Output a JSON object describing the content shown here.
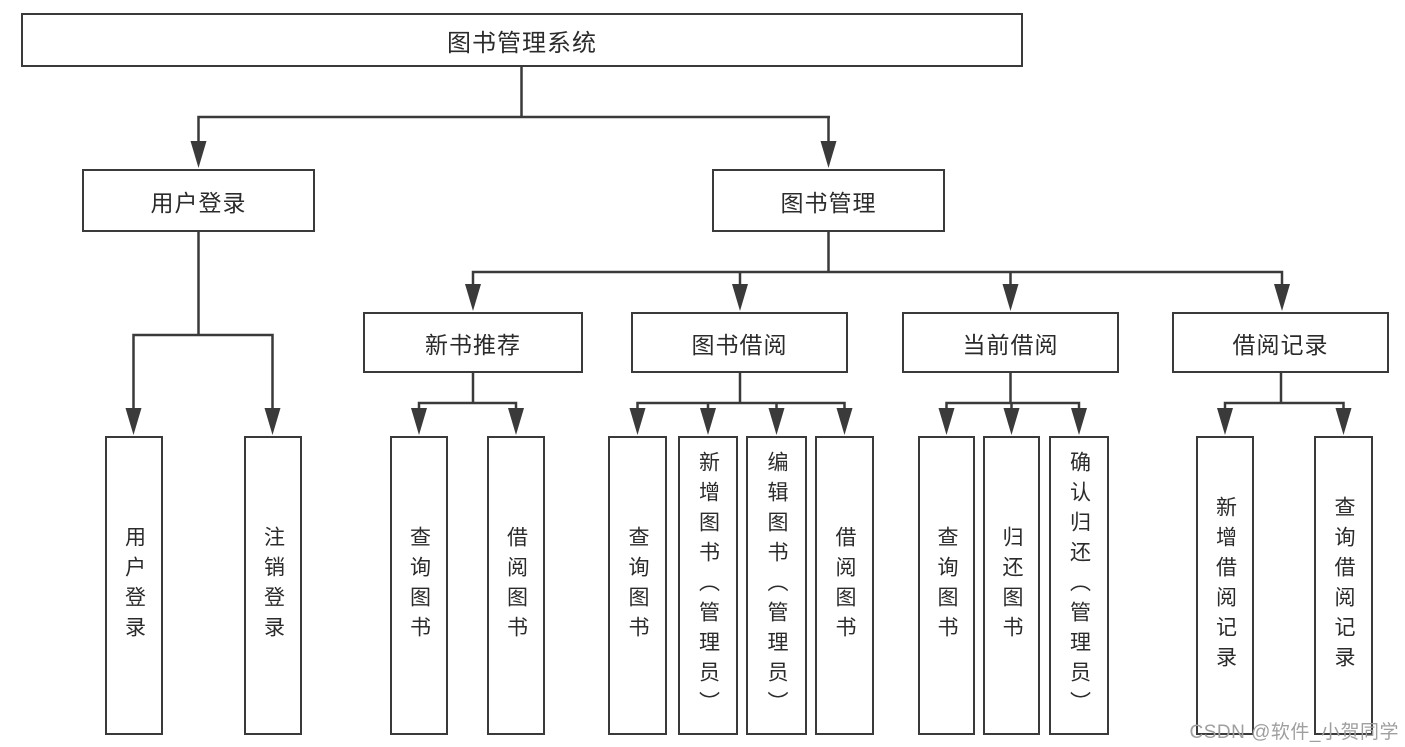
{
  "diagram_title": "图书管理系统",
  "colors": {
    "line": "#3a3a3a",
    "box_border": "#3a3a3a",
    "text": "#2b2b2b",
    "watermark": "#9f9f9f",
    "background": "#ffffff"
  },
  "tree": {
    "root": {
      "label": "图书管理系统"
    },
    "branches": [
      {
        "label": "用户登录",
        "children": [
          {
            "label": "用户登录"
          },
          {
            "label": "注销登录"
          }
        ]
      },
      {
        "label": "图书管理",
        "children": [
          {
            "label": "新书推荐",
            "children": [
              {
                "label": "查询图书"
              },
              {
                "label": "借阅图书"
              }
            ]
          },
          {
            "label": "图书借阅",
            "children": [
              {
                "label": "查询图书"
              },
              {
                "label": "新增图书（管理员）"
              },
              {
                "label": "编辑图书（管理员）"
              },
              {
                "label": "借阅图书"
              }
            ]
          },
          {
            "label": "当前借阅",
            "children": [
              {
                "label": "查询图书"
              },
              {
                "label": "归还图书"
              },
              {
                "label": "确认归还（管理员）"
              }
            ]
          },
          {
            "label": "借阅记录",
            "children": [
              {
                "label": "新增借阅记录"
              },
              {
                "label": "查询借阅记录"
              }
            ]
          }
        ]
      }
    ]
  },
  "watermark": "CSDN @软件_小贺同学"
}
